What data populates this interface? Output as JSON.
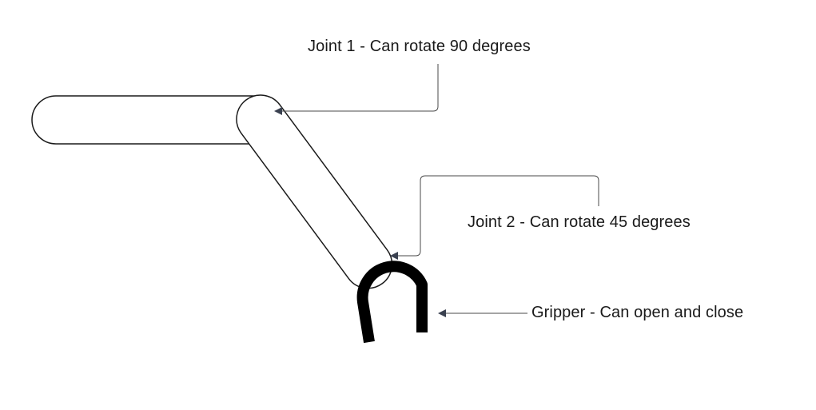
{
  "labels": {
    "joint1": "Joint 1 - Can rotate 90 degrees",
    "joint2": "Joint 2 - Can rotate 45 degrees",
    "gripper": "Gripper - Can open and close"
  },
  "colors": {
    "stroke": "#1a1a1a",
    "connector": "#4a4a4a",
    "arrowhead": "#3a4150",
    "fill": "#ffffff",
    "gripper": "#000000"
  }
}
